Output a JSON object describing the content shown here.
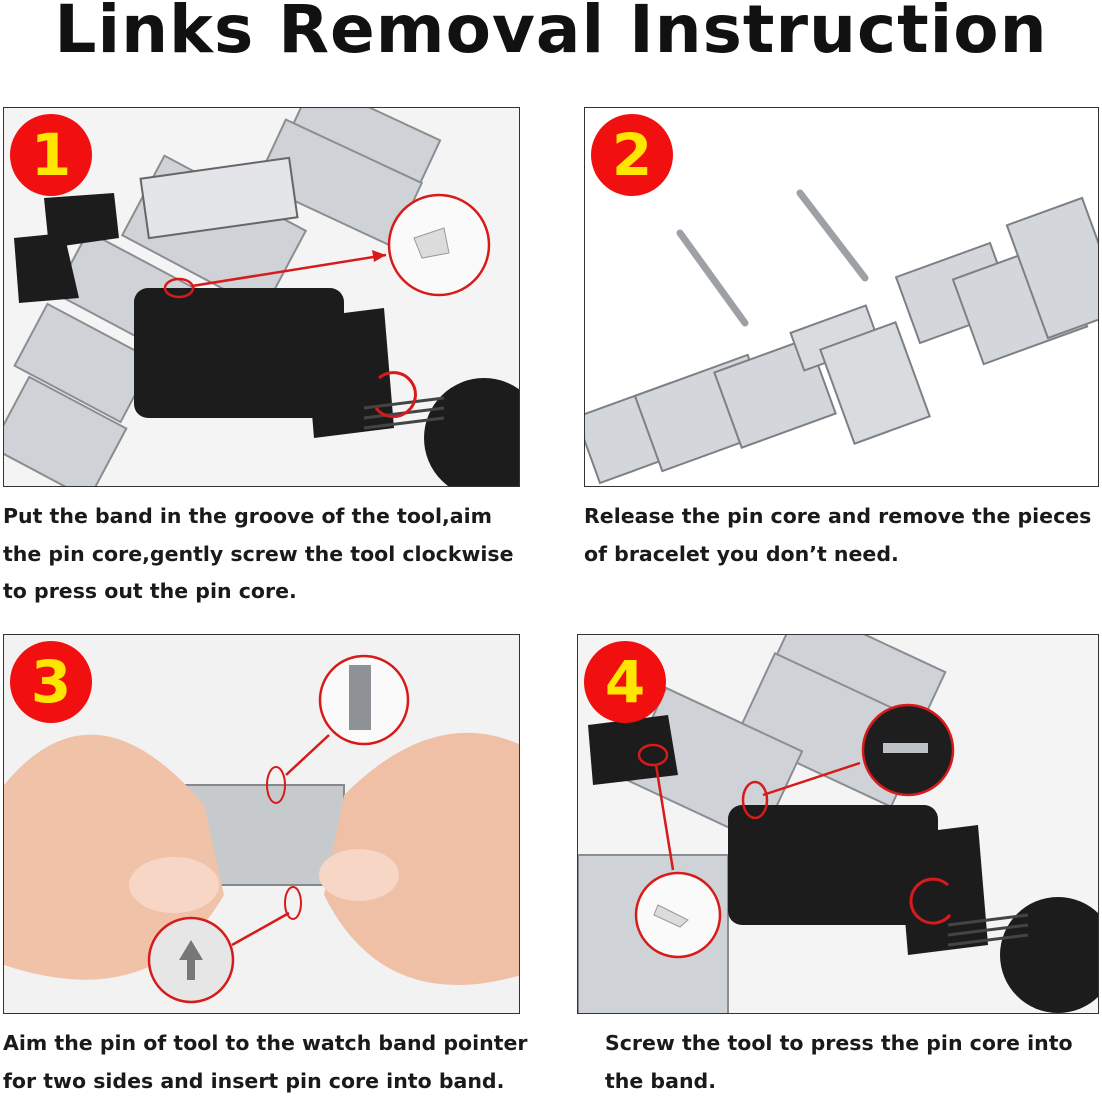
{
  "title": "Links  Removal Instruction",
  "steps": [
    {
      "number": "1",
      "caption": "Put the band in the groove of the tool,aim the pin core,gently screw the tool clockwise to press out the pin core."
    },
    {
      "number": "2",
      "caption": "Release the pin  core and remove the pieces of bracelet you don’t need."
    },
    {
      "number": "3",
      "caption": "Aim the pin of tool to the watch band pointer for two sides and insert pin core into band."
    },
    {
      "number": "4",
      "caption": "Screw the tool to press the pin core into the band."
    }
  ],
  "colors": {
    "badge": "#f20f0f",
    "badge_text": "#ffe600",
    "callout": "#d71a1a",
    "tool": "#1c1c1c",
    "steel": "#c9ccd0"
  }
}
